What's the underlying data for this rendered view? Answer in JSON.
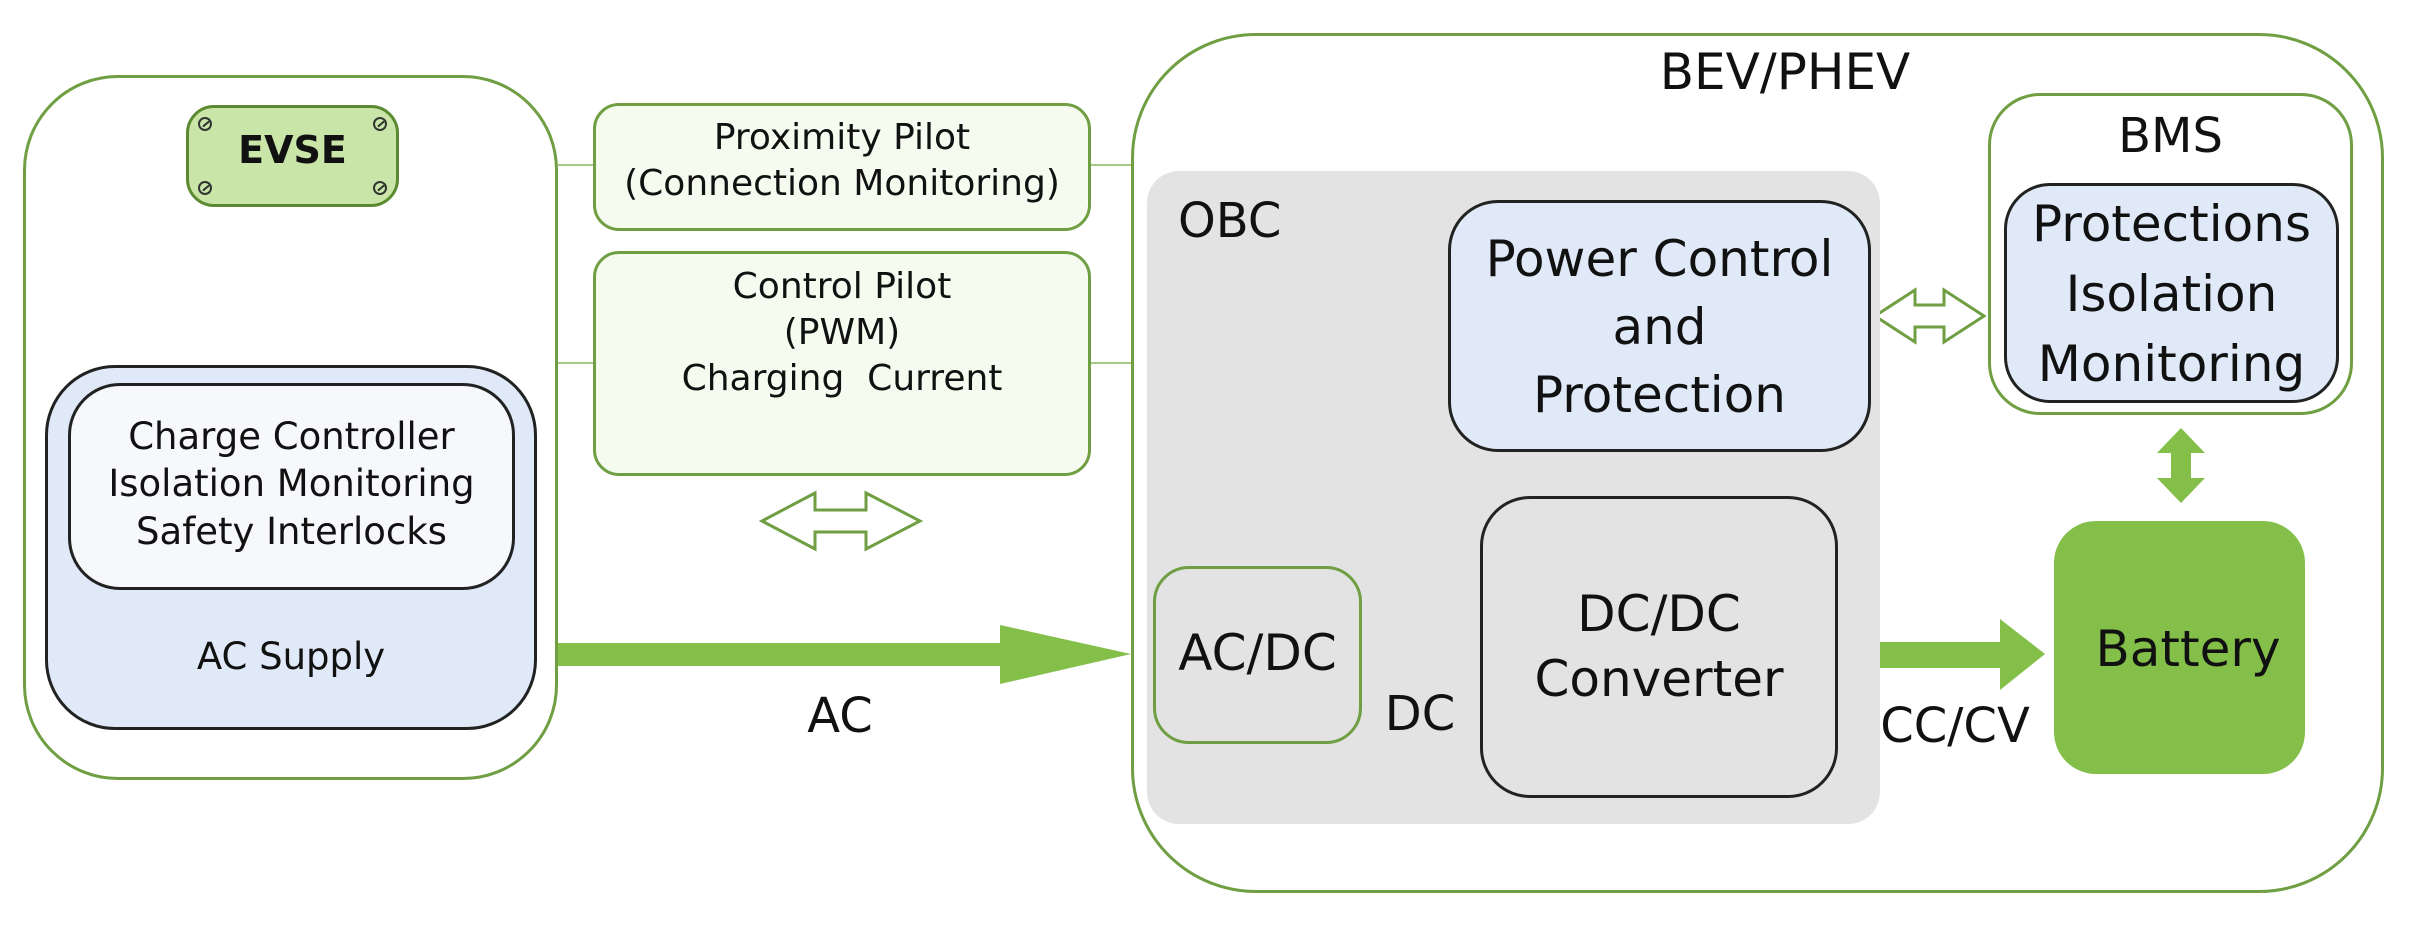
{
  "evse": {
    "badge": "EVSE",
    "controller_lines": [
      "Charge Controller",
      "Isolation Monitoring",
      "Safety Interlocks"
    ],
    "supply_label": "AC Supply"
  },
  "pilots": {
    "proximity_lines": [
      "Proximity Pilot",
      "(Connection Monitoring)"
    ],
    "control_lines": [
      "Control Pilot",
      "(PWM)",
      "Charging  Current"
    ]
  },
  "links": {
    "ac_label": "AC",
    "dc_label": "DC",
    "cccv_label": "CC/CV"
  },
  "vehicle": {
    "title": "BEV/PHEV",
    "obc_label": "OBC",
    "power_control_lines": [
      "Power Control",
      "and",
      "Protection"
    ],
    "acdc_label": "AC/DC",
    "dcdc_lines": [
      "DC/DC",
      "Converter"
    ],
    "bms_label": "BMS",
    "protections_lines": [
      "Protections",
      "Isolation",
      "Monitoring"
    ],
    "battery_label": "Battery"
  },
  "colors": {
    "accent_green": "#84bf4a",
    "border_green": "#6f9f42",
    "panel_blue": "#dfe9f8",
    "obc_gray": "#e3e3e3"
  }
}
